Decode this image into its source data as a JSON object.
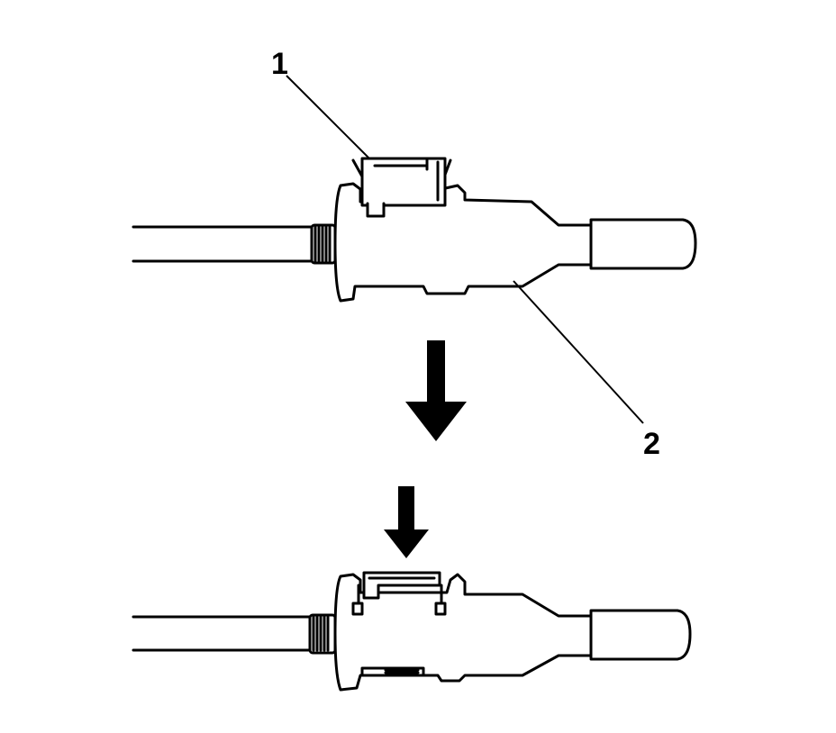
{
  "callouts": [
    {
      "id": "1",
      "label": "1"
    },
    {
      "id": "2",
      "label": "2"
    }
  ],
  "colors": {
    "stroke": "#000000",
    "background": "#ffffff",
    "arrow_fill": "#000000"
  }
}
